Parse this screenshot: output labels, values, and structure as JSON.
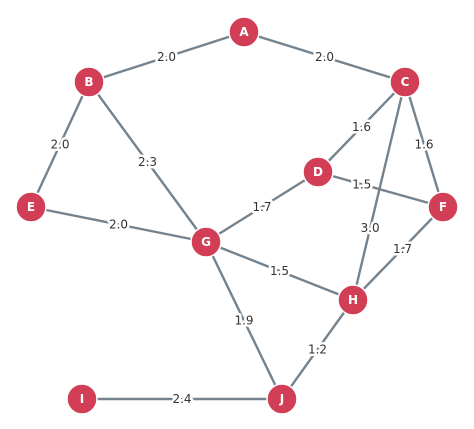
{
  "colors": {
    "node": "#d13e55",
    "edge": "#75838f",
    "node_text": "#ffffff",
    "edge_text": "#333333"
  },
  "nodes": [
    {
      "id": "A",
      "label": "A"
    },
    {
      "id": "B",
      "label": "B"
    },
    {
      "id": "C",
      "label": "C"
    },
    {
      "id": "D",
      "label": "D"
    },
    {
      "id": "E",
      "label": "E"
    },
    {
      "id": "F",
      "label": "F"
    },
    {
      "id": "G",
      "label": "G"
    },
    {
      "id": "H",
      "label": "H"
    },
    {
      "id": "I",
      "label": "I"
    },
    {
      "id": "J",
      "label": "J"
    }
  ],
  "edges": [
    {
      "from": "A",
      "to": "B",
      "weight": "2.0"
    },
    {
      "from": "A",
      "to": "C",
      "weight": "2.0"
    },
    {
      "from": "B",
      "to": "E",
      "weight": "2.0"
    },
    {
      "from": "B",
      "to": "G",
      "weight": "2.3"
    },
    {
      "from": "C",
      "to": "D",
      "weight": "1.6"
    },
    {
      "from": "C",
      "to": "F",
      "weight": "1.6"
    },
    {
      "from": "C",
      "to": "H",
      "weight": "3.0"
    },
    {
      "from": "D",
      "to": "F",
      "weight": "1.5"
    },
    {
      "from": "D",
      "to": "G",
      "weight": "1.7"
    },
    {
      "from": "E",
      "to": "G",
      "weight": "2.0"
    },
    {
      "from": "F",
      "to": "H",
      "weight": "1.7"
    },
    {
      "from": "G",
      "to": "H",
      "weight": "1.5"
    },
    {
      "from": "G",
      "to": "J",
      "weight": "1.9"
    },
    {
      "from": "H",
      "to": "J",
      "weight": "1.2"
    },
    {
      "from": "I",
      "to": "J",
      "weight": "2.4"
    }
  ]
}
